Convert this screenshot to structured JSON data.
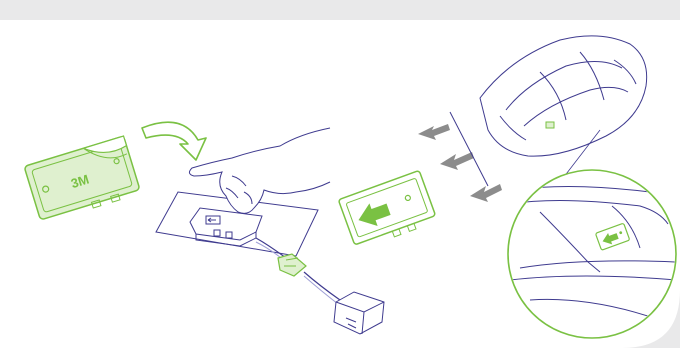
{
  "colors": {
    "background": "#e9e9ea",
    "panel": "#ffffff",
    "outline": "#3f3b8f",
    "accent_green": "#7ac143",
    "green_fill": "#dff0cf",
    "arrow_gray": "#8c8c8c"
  },
  "illustration": {
    "device_logo": "3M",
    "panels": [
      "peel-backing-illustration",
      "press-tag-to-mount-illustration",
      "mount-tag-on-windshield-illustration"
    ]
  }
}
